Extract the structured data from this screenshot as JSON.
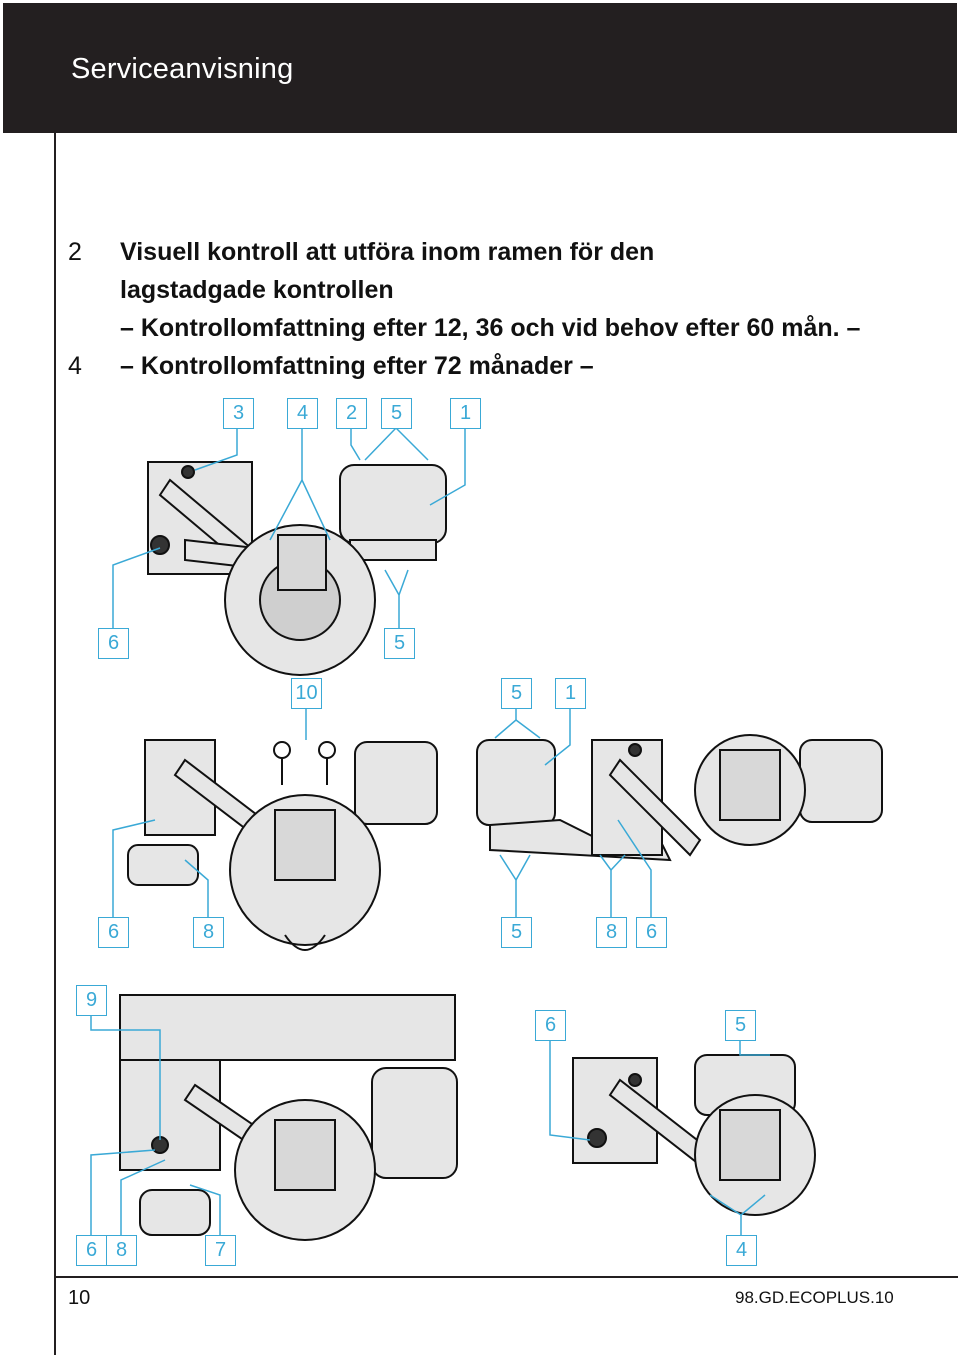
{
  "header": {
    "title": "Serviceanvisning"
  },
  "intro": {
    "line1_num": "2",
    "line1": "Visuell kontroll att utföra inom ramen för den",
    "line2": "lagstadgade kontrollen",
    "line3": "– Kontrollomfattning efter 12, 36 och vid behov efter 60 mån. –",
    "line4_num": "4",
    "line4": "– Kontrollomfattning efter 72 månader –"
  },
  "callouts": {
    "fig1_top": [
      "3",
      "4",
      "2",
      "5",
      "1"
    ],
    "fig1_bottom": [
      "6",
      "5"
    ],
    "fig2_top": [
      "10"
    ],
    "fig2_bottom": [
      "6",
      "8"
    ],
    "fig3_top": [
      "5",
      "1"
    ],
    "fig3_bottom": [
      "5",
      "8",
      "6"
    ],
    "fig4_top": [
      "9"
    ],
    "fig4_bottom": [
      "6",
      "8",
      "7"
    ],
    "fig5_top": [
      "6",
      "5"
    ],
    "fig5_bottom": [
      "4"
    ]
  },
  "colors": {
    "header_bg": "#231f20",
    "callout": "#3aa9d6"
  },
  "footer": {
    "page": "10",
    "code": "98.GD.ECOPLUS.10"
  }
}
